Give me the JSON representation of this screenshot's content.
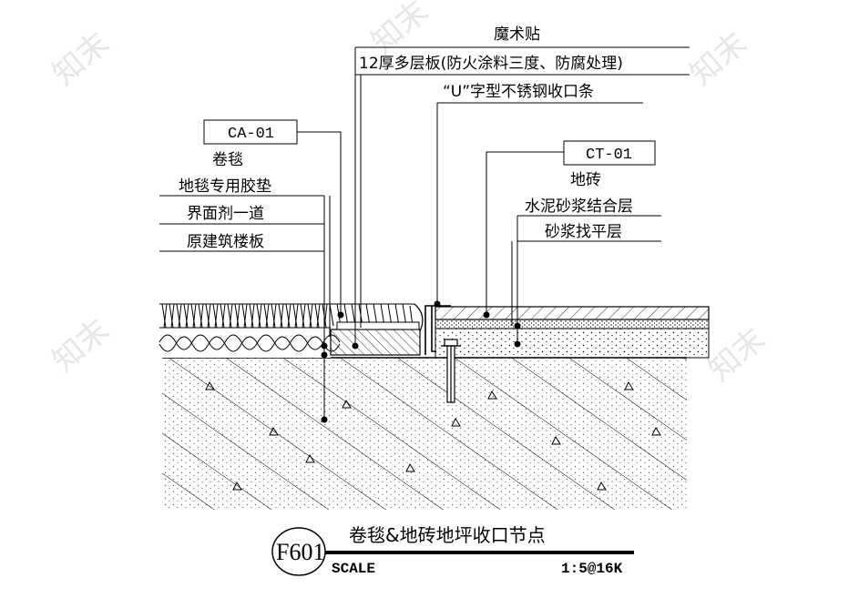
{
  "left_labels": {
    "tag": "CA-01",
    "items": [
      "卷毯",
      "地毯专用胶垫",
      "界面剂一道",
      "原建筑楼板"
    ]
  },
  "top_labels": {
    "items": [
      "魔术贴",
      "12厚多层板(防火涂料三度、防腐处理)",
      "“U”字型不锈钢收口条"
    ]
  },
  "right_labels": {
    "tag": "CT-01",
    "items": [
      "地砖",
      "水泥砂浆结合层",
      "砂浆找平层"
    ]
  },
  "title_block": {
    "code": "F601",
    "title": "卷毯&地砖地坪收口节点",
    "scale_label": "SCALE",
    "scale_value": "1:5@16K"
  },
  "watermark": "知末"
}
